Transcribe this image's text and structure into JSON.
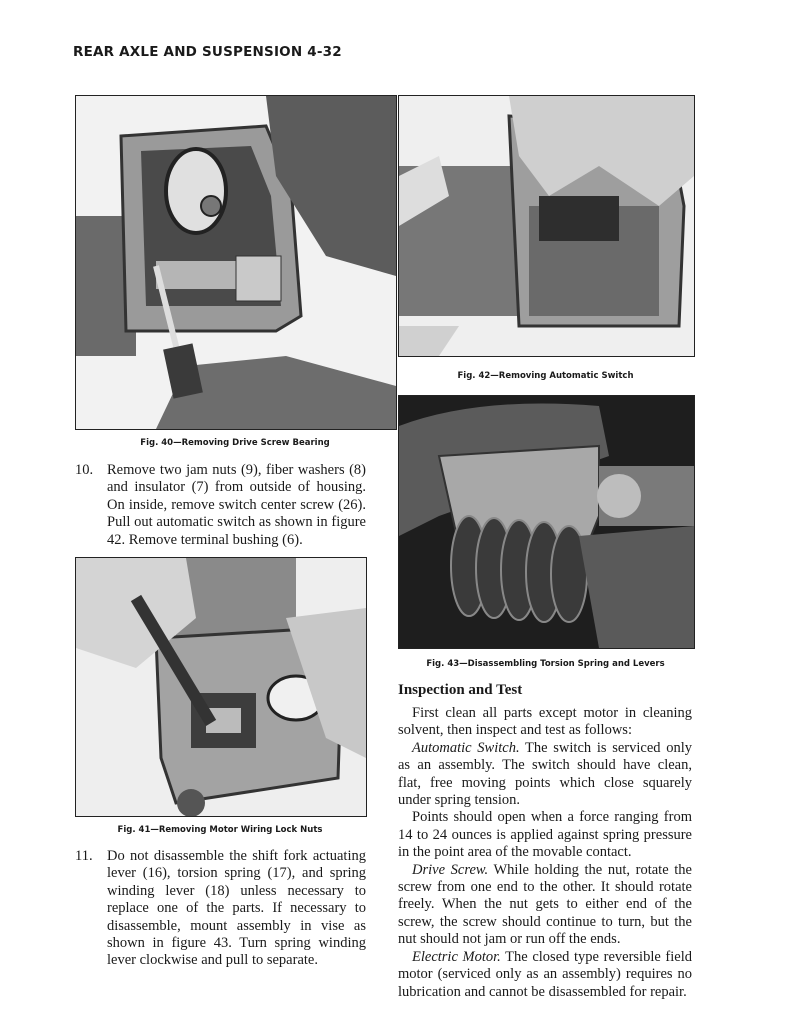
{
  "header": "REAR AXLE AND SUSPENSION 4-32",
  "figures": [
    {
      "caption": "Fig. 40—Removing Drive Screw Bearing"
    },
    {
      "caption": "Fig. 41—Removing Motor Wiring Lock Nuts"
    },
    {
      "caption": "Fig. 42—Removing Automatic Switch"
    },
    {
      "caption": "Fig. 43—Disassembling Torsion Spring and Levers"
    }
  ],
  "steps": [
    {
      "number": "10.",
      "text": "Remove two jam nuts (9), fiber washers (8) and insulator (7) from outside of housing. On inside, remove switch center screw (26). Pull out automatic switch as shown in figure 42. Remove terminal bushing (6)."
    },
    {
      "number": "11.",
      "text": "Do not disassemble the shift fork actuating lever (16), torsion spring (17), and spring winding lever (18) unless necessary to replace one of the parts. If necessary to disassemble, mount assembly in vise as shown in figure 43. Turn spring winding lever clockwise and pull to separate."
    }
  ],
  "inspection": {
    "heading": "Inspection and Test",
    "intro": "First clean all parts except motor in cleaning solvent, then inspect and test as follows:",
    "switch_label": "Automatic Switch.",
    "switch_text": " The switch is serviced only as an assembly. The switch should have clean, flat, free moving points which close squarely under spring tension.",
    "points_text": "Points should open when a force ranging from 14 to 24 ounces is applied against spring pressure in the point area of the movable contact.",
    "screw_label": "Drive Screw.",
    "screw_text": " While holding the nut, rotate the screw from one end to the other. It should rotate freely. When the nut gets to either end of the screw, the screw should continue to turn, but the nut should not jam or run off the ends.",
    "motor_label": "Electric Motor.",
    "motor_text": " The closed type reversible field motor (serviced only as an assembly) requires no lubrication and cannot be disassembled for repair."
  }
}
